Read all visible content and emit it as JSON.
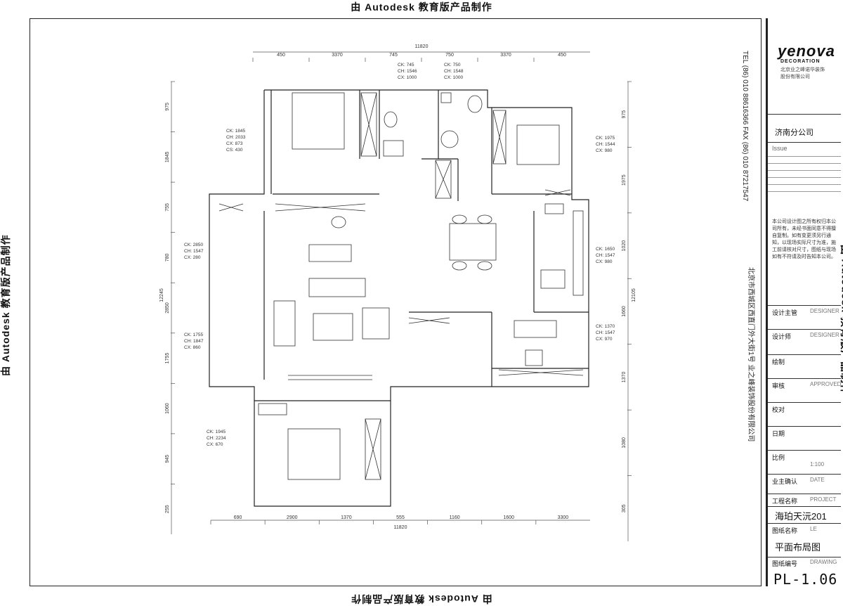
{
  "watermark": "由 Autodesk 教育版产品制作",
  "title_block": {
    "logo": "yenova",
    "logo_sub": "DECORATION",
    "company_line1": "北京业之峰诺华装饰",
    "company_line2": "股份有限公司",
    "branch": "济南分公司",
    "issue_label": "Issue",
    "phone": "TEL (86) 010 88616366  FAX (86) 010 87217547",
    "address": "北京市西城区西直门外大街1号 业之峰装饰股份有限公司",
    "notice": "本公司设计图之所有权归本公司所有，未经书面同意不得擅自复制。如有变更须另行通知，以现场实际尺寸为准，施工前请核对尺寸，图纸与现场如有不符请及时告知本公司。",
    "fields": [
      {
        "label": "设计主管",
        "value": "DESIGNER"
      },
      {
        "label": "设计师",
        "value": "DESIGNER"
      },
      {
        "label": "绘制",
        "value": ""
      },
      {
        "label": "审核",
        "value": "APPROVED"
      },
      {
        "label": "校对",
        "value": ""
      },
      {
        "label": "日期",
        "value": ""
      },
      {
        "label": "比例",
        "value": "1:100"
      },
      {
        "label": "业主确认",
        "value": "DATE"
      },
      {
        "label": "工程名称",
        "value": "PROJECT"
      }
    ],
    "project_name": "海珀天沅201",
    "drawing_name_label": "图纸名称",
    "drawing_name_value": "LE",
    "drawing_name": "平面布局图",
    "sheet_no_label": "图纸编号",
    "sheet_no_value": "DRAWING",
    "sheet_no": "PL-1.06"
  },
  "plan": {
    "top_dims": [
      "450",
      "3370",
      "745",
      "750",
      "3370",
      "450"
    ],
    "top_total": "11820",
    "bottom_dims": [
      "690",
      "2900",
      "1370",
      "555",
      "1160",
      "1600",
      "3300"
    ],
    "left_dims": [
      "975",
      "1845",
      "755",
      "780",
      "2850",
      "1755",
      "1060",
      "945",
      "255"
    ],
    "left_total": "12245",
    "right_dims": [
      "975",
      "1975",
      "1020",
      "1660",
      "1370",
      "1080",
      "305"
    ],
    "right_total": "12105",
    "room_tags": [
      {
        "lines": [
          "CK: 1845",
          "CH: 2033",
          "CX: 873",
          "CS: 430"
        ]
      },
      {
        "lines": [
          "CK: 745",
          "CH: 1546",
          "CX: 1000"
        ]
      },
      {
        "lines": [
          "CK: 750",
          "CH: 1548",
          "CX: 1000"
        ]
      },
      {
        "lines": [
          "CK: 1975",
          "CH: 1544",
          "CX: 980"
        ]
      },
      {
        "lines": [
          "CK: 2850",
          "CH: 1547",
          "CX: 280"
        ]
      },
      {
        "lines": [
          "CK: 1650",
          "CH: 1547",
          "CX: 980"
        ]
      },
      {
        "lines": [
          "CK: 1755",
          "CH: 1847",
          "CX: 860"
        ]
      },
      {
        "lines": [
          "CK: 1370",
          "CH: 1547",
          "CX: 970"
        ]
      },
      {
        "lines": [
          "CK: 1945",
          "CH: 2234",
          "CX: 670"
        ]
      }
    ]
  }
}
